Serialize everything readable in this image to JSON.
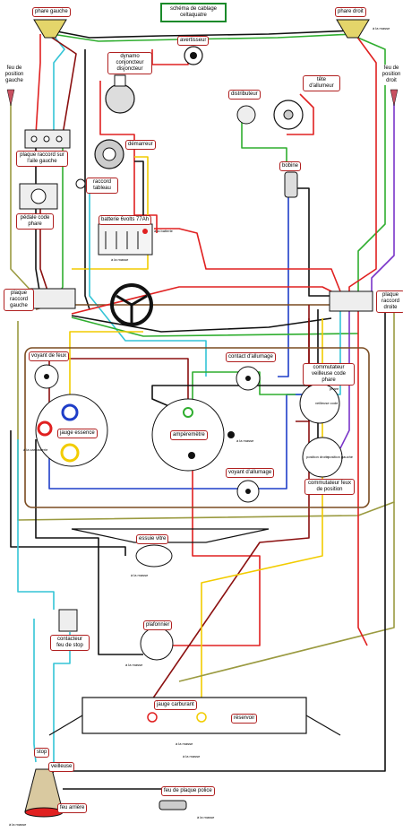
{
  "title": "schéma de cablage celtaquatre",
  "labels": {
    "phare_gauche": "phare gauche",
    "phare_droit": "phare droit",
    "feu_position_gauche": "feu de position gauche",
    "feu_position_droit": "feu de position droit",
    "avertisseur": "avertisseur",
    "dynamo": "dynamo conjoncteur disjoncteur",
    "distributeur": "distributeur",
    "tete_allumeur": "tête d'allumeur",
    "plaque_raccord_aile_gauche": "plaque raccord sur l'aile gauche",
    "demarreur": "démarreur",
    "raccord_tableau": "raccord tableau",
    "pedale_code": "pédale code phare",
    "bobine": "bobine",
    "batterie": "batterie 6volts 77Ah",
    "plaque_raccord_gauche": "plaque raccord gauche",
    "plaque_raccord_droite": "plaque raccord droite",
    "voyant_feux": "voyant de feux",
    "contact_allumage": "contact d'allumage",
    "commutateur_veilleuse": "commutateur veilleuse code phare",
    "jauge_essence": "jauge essence",
    "amperemetre": "ampèremètre",
    "voyant_allumage": "voyant d'allumage",
    "commutateur_feux_position": "commutateur feux de position",
    "essuie_vitre": "essuie vitre",
    "contacteur_stop": "contacteur feu de stop",
    "plafonnier": "plafonnier",
    "jauge_carburant": "jauge carburant",
    "reservoir": "réservoir",
    "stop": "stop",
    "veilleuse": "veilleuse",
    "feu_arriere": "feu arrière",
    "feu_plaque_police": "feu de plaque police"
  },
  "ground_text": "à la masse",
  "ground_text_alt": "à la carrosserie",
  "battery_text": "à la batterie",
  "terminal_labels": {
    "position_droite": "position droite",
    "position_gauche": "position gauche",
    "veilleuse_code": "veilleuse code",
    "phare": "phare"
  },
  "colors": {
    "red": "#e02020",
    "darkred": "#8b1010",
    "black": "#111111",
    "green": "#2fae2f",
    "blue": "#1f3ec8",
    "cyan": "#33c4d6",
    "yellow": "#f2cc00",
    "purple": "#7a35c9",
    "olive": "#9a9a40",
    "brown": "#7a4b20",
    "title_border": "#1a8a2a"
  }
}
